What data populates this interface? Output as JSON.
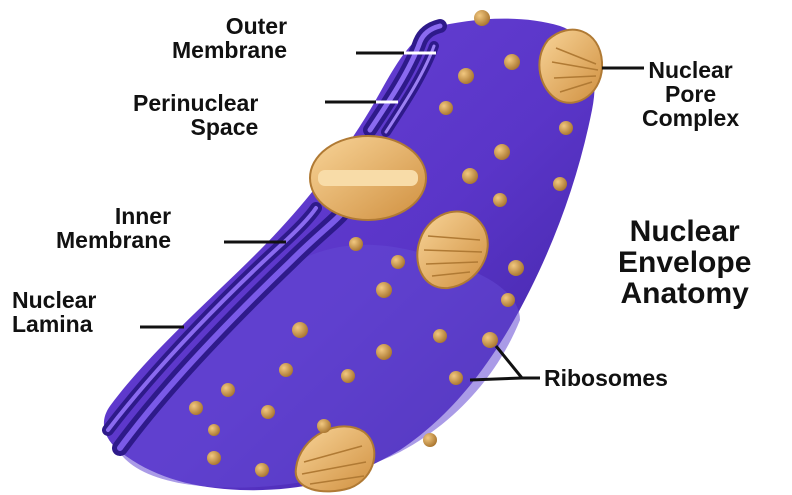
{
  "labels": {
    "outer_membrane": [
      "Outer",
      "Membrane"
    ],
    "perinuclear_space": [
      "Perinuclear",
      "Space"
    ],
    "inner_membrane": [
      "Inner",
      "Membrane"
    ],
    "nuclear_lamina": [
      "Nuclear",
      "Lamina"
    ],
    "nuclear_pore_complex": [
      "Nuclear",
      "Pore",
      "Complex"
    ],
    "ribosomes": "Ribosomes"
  },
  "title": [
    "Nuclear",
    "Envelope",
    "Anatomy"
  ],
  "colors": {
    "envelope": "#5a35c8",
    "envelope_dark": "#2e1a8a",
    "membrane_edge": "#7a5ae8",
    "pore": "#e8b060",
    "ribosome": "#c08a3a"
  }
}
